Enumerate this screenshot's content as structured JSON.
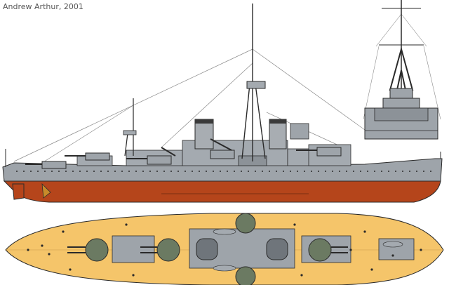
{
  "credit": "Andrew Arthur, 2001",
  "colors": {
    "hull_grey": "#9ea4aa",
    "hull_outline": "#2a2a2a",
    "antifouling": "#b5451b",
    "deck": "#f5c56a",
    "turret_green": "#6b7a62",
    "funnel": "#a8adb2",
    "rigging": "#8a8a8a",
    "structure_dark": "#6f757b"
  },
  "icons": {
    "profile": "battleship-side-profile",
    "bow_view": "battleship-bow-view",
    "plan": "battleship-deck-plan"
  }
}
